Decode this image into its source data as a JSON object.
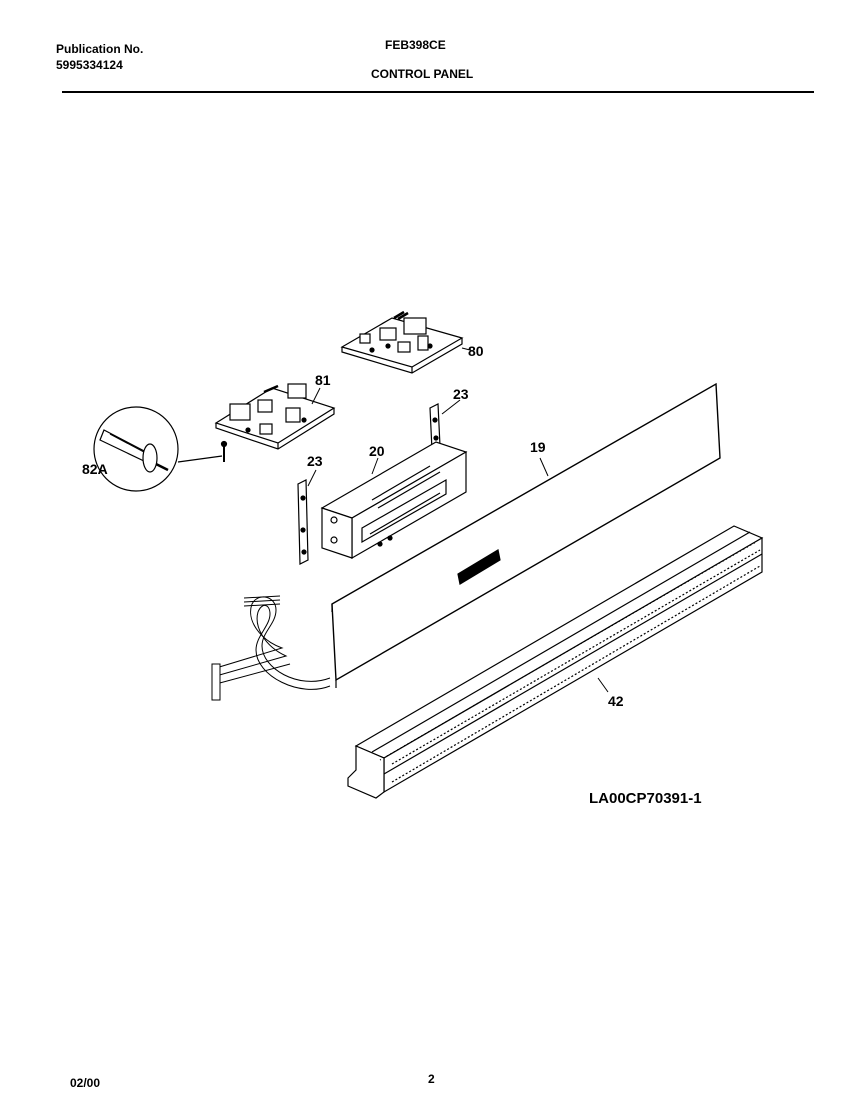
{
  "header": {
    "publication_label": "Publication No.",
    "publication_number": "5995334124",
    "model": "FEB398CE",
    "section_title": "CONTROL PANEL"
  },
  "diagram": {
    "callouts": {
      "c80": "80",
      "c81": "81",
      "c23a": "23",
      "c23b": "23",
      "c20": "20",
      "c19": "19",
      "c82a": "82A",
      "c42": "42"
    },
    "drawing_code": "LA00CP70391-1"
  },
  "footer": {
    "date": "02/00",
    "page_number": "2"
  }
}
